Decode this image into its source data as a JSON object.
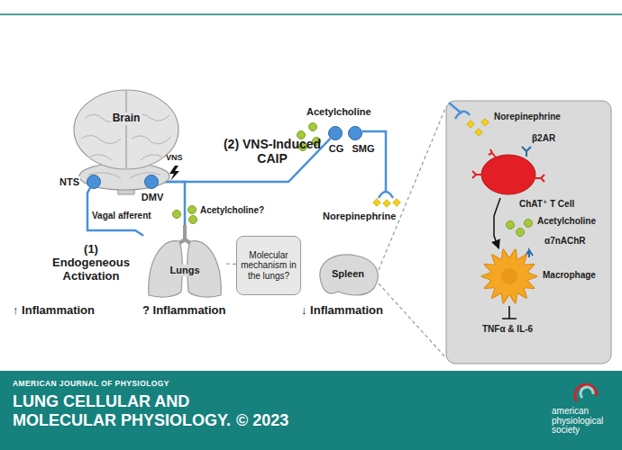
{
  "diagram": {
    "nodes": [
      {
        "text": [
          "Brain"
        ]
      },
      {
        "text": [
          "NTS"
        ],
        "in": 0
      },
      {
        "text": [
          "DMV"
        ],
        "in": 0
      },
      {
        "text": [
          "CG"
        ]
      },
      {
        "text": [
          "SMG"
        ]
      },
      {
        "text": [
          "Lungs"
        ]
      },
      {
        "text": [
          "Molecular mechanism in the lungs?"
        ]
      },
      {
        "text": [
          "Spleen"
        ]
      },
      {
        "text": [
          "ChAT⁺ T Cell"
        ]
      },
      {
        "text": [
          "Macrophage"
        ]
      }
    ],
    "edges": [
      {
        "from": 1,
        "to": 2,
        "arrow": "none"
      },
      {
        "from": 2,
        "to": 3,
        "arrow": "none"
      },
      {
        "from": 2,
        "to": 5,
        "arrow": "none"
      },
      {
        "from": 5,
        "to": 1,
        "arrow": "none"
      },
      {
        "from": 5,
        "to": 6,
        "arrow": "none"
      },
      {
        "from": 8,
        "to": 9,
        "arrow": "to"
      }
    ],
    "labels": [
      "VNS",
      "(2) VNS-Induced CAIP",
      "Acetylcholine",
      "Norepinephrine",
      "Acetylcholine?",
      "Vagal afferent",
      "(1) Endogeneous Activation",
      "↑ Inflammation",
      "? Inflammation",
      "↓ Inflammation",
      "Norepinephrine",
      "β2AR",
      "Acetylcholine",
      "α7nAChR",
      "TNFα & IL-6",
      "AMERICAN JOURNAL OF PHYSIOLOGY",
      "LUNG CELLULAR AND MOLECULAR PHYSIOLOGY.",
      "© 2023",
      "american physiological society"
    ]
  }
}
